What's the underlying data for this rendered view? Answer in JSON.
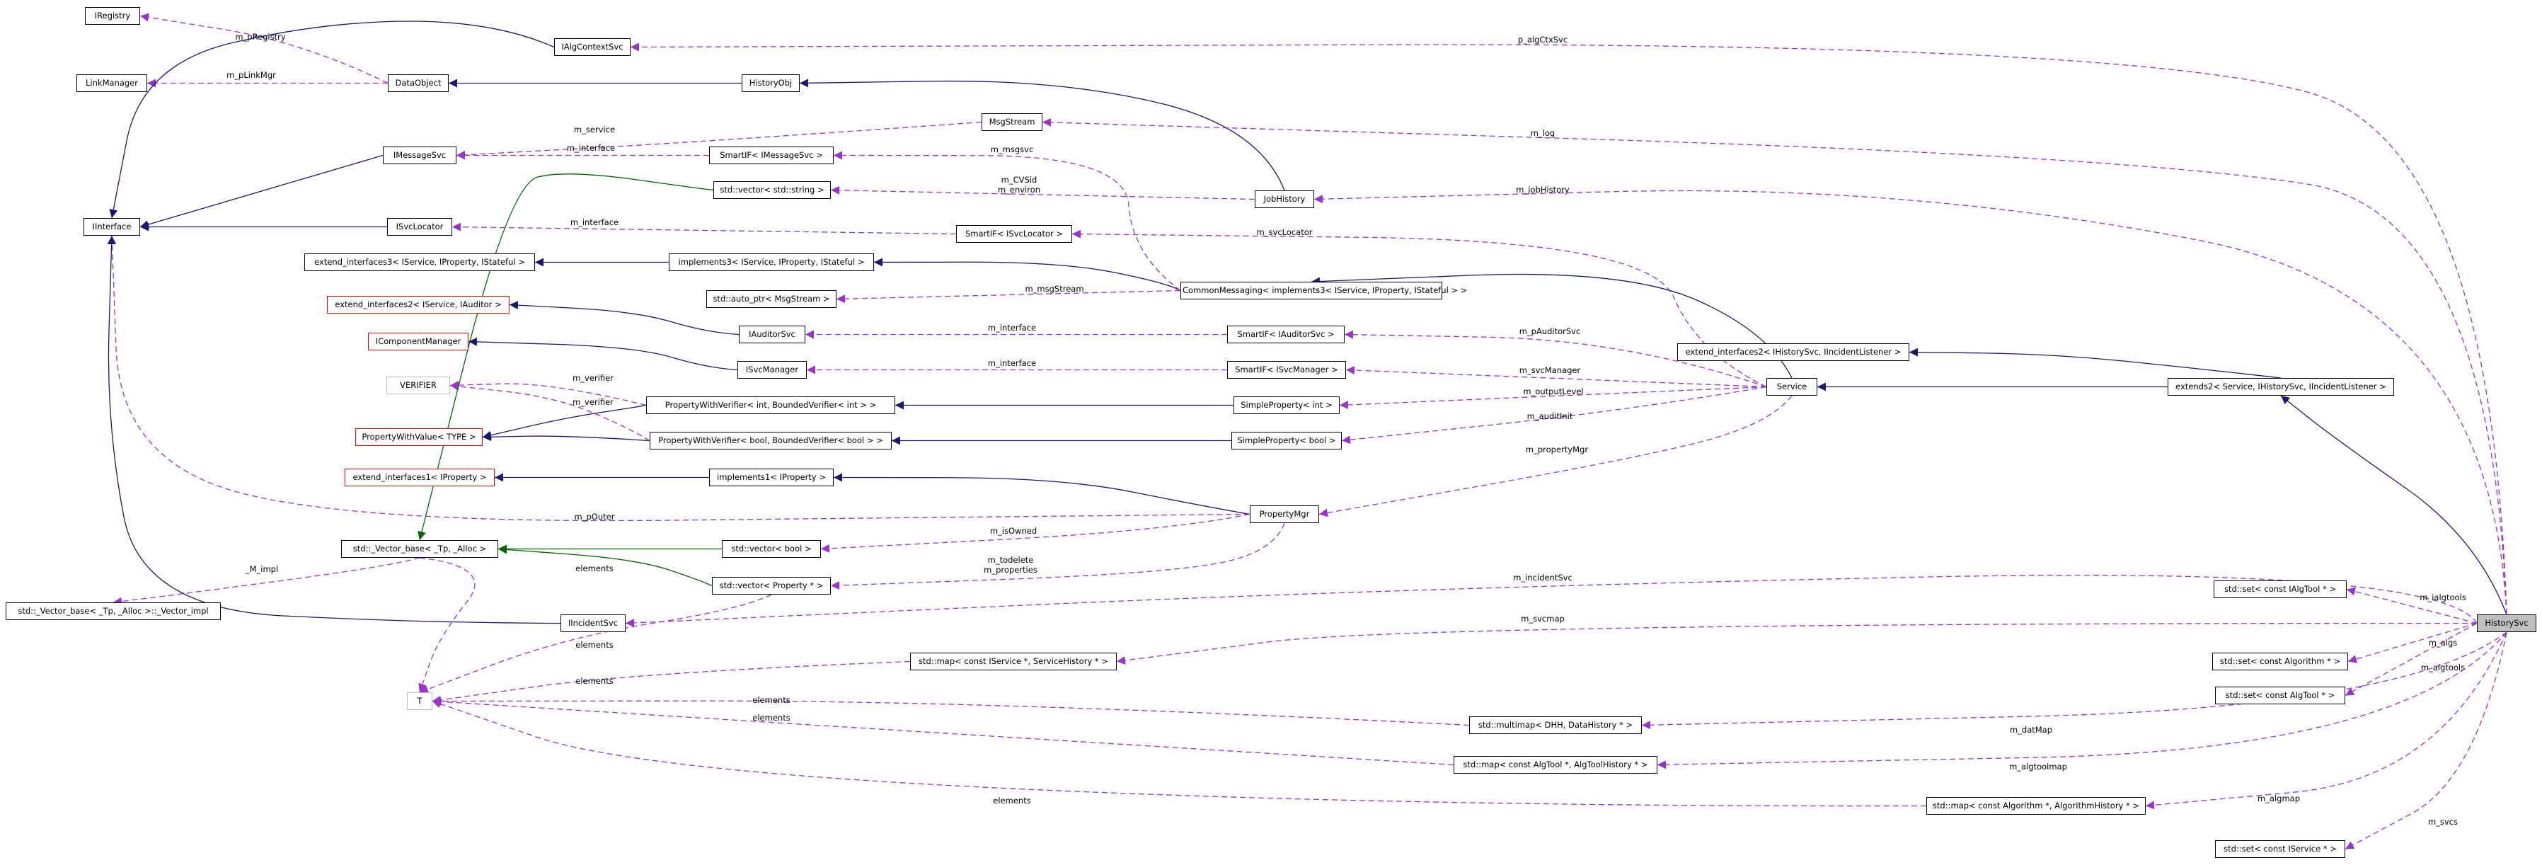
{
  "nodes": {
    "IRegistry": "IRegistry",
    "LinkManager": "LinkManager",
    "IInterface": "IInterface",
    "IAlgContextSvc": "IAlgContextSvc",
    "DataObject": "DataObject",
    "HistoryObj": "HistoryObj",
    "MsgStream": "MsgStream",
    "IMessageSvc": "IMessageSvc",
    "SmartIF_IMessageSvc": "SmartIF< IMessageSvc >",
    "vector_string": "std::vector< std::string >",
    "JobHistory": "JobHistory",
    "ISvcLocator": "ISvcLocator",
    "SmartIF_ISvcLocator": "SmartIF< ISvcLocator >",
    "extend_interfaces3": "extend_interfaces3< IService, IProperty, IStateful >",
    "implements3": "implements3< IService, IProperty, IStateful >",
    "auto_ptr_MsgStream": "std::auto_ptr< MsgStream >",
    "CommonMessaging": "CommonMessaging< implements3< IService, IProperty, IStateful > >",
    "extend_interfaces2_IService_IAuditor": "extend_interfaces2< IService, IAuditor >",
    "IAuditorSvc": "IAuditorSvc",
    "SmartIF_IAuditorSvc": "SmartIF< IAuditorSvc >",
    "extend_interfaces2_IHistorySvc": "extend_interfaces2< IHistorySvc, IIncidentListener >",
    "IComponentManager": "IComponentManager",
    "ISvcManager": "ISvcManager",
    "SmartIF_ISvcManager": "SmartIF< ISvcManager >",
    "Service": "Service",
    "extends2": "extends2< Service, IHistorySvc, IIncidentListener >",
    "VERIFIER": "VERIFIER",
    "PWV_int": "PropertyWithVerifier< int, BoundedVerifier< int > >",
    "SimpleProperty_int": "SimpleProperty< int >",
    "PropertyWithValue": "PropertyWithValue< TYPE >",
    "PWV_bool": "PropertyWithVerifier< bool, BoundedVerifier< bool > >",
    "SimpleProperty_bool": "SimpleProperty< bool >",
    "extend_interfaces1": "extend_interfaces1< IProperty >",
    "implements1": "implements1< IProperty >",
    "PropertyMgr": "PropertyMgr",
    "Vector_base": "std::_Vector_base< _Tp, _Alloc >",
    "vector_bool": "std::vector< bool >",
    "vector_Property": "std::vector< Property * >",
    "Vector_impl": "std::_Vector_base< _Tp, _Alloc >::_Vector_impl",
    "IIncidentSvc": "IIncidentSvc",
    "set_IAlgTool": "std::set< const IAlgTool * >",
    "HistorySvc": "HistorySvc",
    "map_IService": "std::map< const IService *, ServiceHistory * >",
    "set_Algorithm": "std::set< const Algorithm * >",
    "set_AlgTool": "std::set< const AlgTool * >",
    "T": "T",
    "multimap_DHH": "std::multimap< DHH, DataHistory * >",
    "map_AlgTool": "std::map< const AlgTool *, AlgToolHistory * >",
    "map_Algorithm": "std::map< const Algorithm *, AlgorithmHistory * >",
    "set_IService": "std::set< const IService * >"
  },
  "edges": [
    {
      "from": "LinkManager",
      "to": "DataObject",
      "label": "m_pLinkMgr",
      "kind": "use"
    },
    {
      "from": "IRegistry",
      "to": "DataObject",
      "label": "m_pRegistry",
      "kind": "use"
    },
    {
      "from": "IInterface",
      "to": "IAlgContextSvc",
      "label": "",
      "kind": "inherit"
    },
    {
      "from": "DataObject",
      "to": "HistoryObj",
      "label": "",
      "kind": "inherit"
    },
    {
      "from": "HistoryObj",
      "to": "JobHistory",
      "label": "",
      "kind": "inherit"
    },
    {
      "from": "IInterface",
      "to": "IMessageSvc",
      "label": "",
      "kind": "inherit"
    },
    {
      "from": "IMessageSvc",
      "to": "MsgStream",
      "label": "m_service",
      "kind": "use"
    },
    {
      "from": "IMessageSvc",
      "to": "SmartIF_IMessageSvc",
      "label": "m_interface",
      "kind": "use"
    },
    {
      "from": "vector_string",
      "to": "JobHistory",
      "label": "m_CVSid\nm_environ",
      "kind": "use"
    },
    {
      "from": "IInterface",
      "to": "ISvcLocator",
      "label": "",
      "kind": "inherit"
    },
    {
      "from": "ISvcLocator",
      "to": "SmartIF_ISvcLocator",
      "label": "m_interface",
      "kind": "use"
    },
    {
      "from": "extend_interfaces3",
      "to": "implements3",
      "label": "",
      "kind": "inherit"
    },
    {
      "from": "implements3",
      "to": "CommonMessaging",
      "label": "",
      "kind": "inherit"
    },
    {
      "from": "SmartIF_IMessageSvc",
      "to": "CommonMessaging",
      "label": "m_msgsvc",
      "kind": "use"
    },
    {
      "from": "auto_ptr_MsgStream",
      "to": "CommonMessaging",
      "label": "m_msgStream",
      "kind": "use"
    },
    {
      "from": "extend_interfaces2_IService_IAuditor",
      "to": "IAuditorSvc",
      "label": "",
      "kind": "inherit"
    },
    {
      "from": "IAuditorSvc",
      "to": "SmartIF_IAuditorSvc",
      "label": "m_interface",
      "kind": "use"
    },
    {
      "from": "IComponentManager",
      "to": "ISvcManager",
      "label": "",
      "kind": "inherit"
    },
    {
      "from": "ISvcManager",
      "to": "SmartIF_ISvcManager",
      "label": "m_interface",
      "kind": "use"
    },
    {
      "from": "CommonMessaging",
      "to": "Service",
      "label": "",
      "kind": "inherit"
    },
    {
      "from": "SmartIF_ISvcLocator",
      "to": "Service",
      "label": "m_svcLocator",
      "kind": "use"
    },
    {
      "from": "SmartIF_IAuditorSvc",
      "to": "Service",
      "label": "m_pAuditorSvc",
      "kind": "use"
    },
    {
      "from": "SmartIF_ISvcManager",
      "to": "Service",
      "label": "m_svcManager",
      "kind": "use"
    },
    {
      "from": "SimpleProperty_int",
      "to": "Service",
      "label": "m_outputLevel",
      "kind": "use"
    },
    {
      "from": "SimpleProperty_bool",
      "to": "Service",
      "label": "m_auditInit",
      "kind": "use"
    },
    {
      "from": "PropertyMgr",
      "to": "Service",
      "label": "m_propertyMgr",
      "kind": "use"
    },
    {
      "from": "Service",
      "to": "extends2",
      "label": "",
      "kind": "inherit"
    },
    {
      "from": "extend_interfaces2_IHistorySvc",
      "to": "extends2",
      "label": "",
      "kind": "inherit"
    },
    {
      "from": "PropertyWithValue",
      "to": "PWV_int",
      "label": "",
      "kind": "inherit"
    },
    {
      "from": "PropertyWithValue",
      "to": "PWV_bool",
      "label": "",
      "kind": "inherit"
    },
    {
      "from": "VERIFIER",
      "to": "PWV_int",
      "label": "m_verifier",
      "kind": "use"
    },
    {
      "from": "VERIFIER",
      "to": "PWV_bool",
      "label": "m_verifier",
      "kind": "use"
    },
    {
      "from": "PWV_int",
      "to": "SimpleProperty_int",
      "label": "",
      "kind": "inherit"
    },
    {
      "from": "PWV_bool",
      "to": "SimpleProperty_bool",
      "label": "",
      "kind": "inherit"
    },
    {
      "from": "extend_interfaces1",
      "to": "implements1",
      "label": "",
      "kind": "inherit"
    },
    {
      "from": "implements1",
      "to": "PropertyMgr",
      "label": "",
      "kind": "inherit"
    },
    {
      "from": "IInterface",
      "to": "PropertyMgr",
      "label": "m_pOuter",
      "kind": "use"
    },
    {
      "from": "vector_bool",
      "to": "PropertyMgr",
      "label": "m_isOwned",
      "kind": "use"
    },
    {
      "from": "vector_Property",
      "to": "PropertyMgr",
      "label": "m_todelete\nm_properties",
      "kind": "use"
    },
    {
      "from": "Vector_base",
      "to": "vector_string",
      "label": "",
      "kind": "template"
    },
    {
      "from": "Vector_base",
      "to": "vector_bool",
      "label": "",
      "kind": "template"
    },
    {
      "from": "Vector_base",
      "to": "vector_Property",
      "label": "",
      "kind": "template"
    },
    {
      "from": "Vector_impl",
      "to": "Vector_base",
      "label": "_M_impl",
      "kind": "use"
    },
    {
      "from": "IInterface",
      "to": "IIncidentSvc",
      "label": "",
      "kind": "inherit"
    },
    {
      "from": "T",
      "to": "Vector_base",
      "label": "elements",
      "kind": "use"
    },
    {
      "from": "T",
      "to": "vector_Property",
      "label": "elements",
      "kind": "use"
    },
    {
      "from": "T",
      "to": "map_IService",
      "label": "elements",
      "kind": "use"
    },
    {
      "from": "T",
      "to": "multimap_DHH",
      "label": "elements",
      "kind": "use"
    },
    {
      "from": "T",
      "to": "map_AlgTool",
      "label": "elements",
      "kind": "use"
    },
    {
      "from": "T",
      "to": "map_Algorithm",
      "label": "elements",
      "kind": "use"
    },
    {
      "from": "extends2",
      "to": "HistorySvc",
      "label": "",
      "kind": "inherit"
    },
    {
      "from": "IAlgContextSvc",
      "to": "HistorySvc",
      "label": "p_algCtxSvc",
      "kind": "use"
    },
    {
      "from": "MsgStream",
      "to": "HistorySvc",
      "label": "m_log",
      "kind": "use"
    },
    {
      "from": "JobHistory",
      "to": "HistorySvc",
      "label": "m_jobHistory",
      "kind": "use"
    },
    {
      "from": "IIncidentSvc",
      "to": "HistorySvc",
      "label": "m_incidentSvc",
      "kind": "use"
    },
    {
      "from": "set_IAlgTool",
      "to": "HistorySvc",
      "label": "m_ialgtools",
      "kind": "use"
    },
    {
      "from": "map_IService",
      "to": "HistorySvc",
      "label": "m_svcmap",
      "kind": "use"
    },
    {
      "from": "set_Algorithm",
      "to": "HistorySvc",
      "label": "m_algs",
      "kind": "use"
    },
    {
      "from": "set_AlgTool",
      "to": "HistorySvc",
      "label": "m_algtools",
      "kind": "use"
    },
    {
      "from": "multimap_DHH",
      "to": "HistorySvc",
      "label": "m_datMap",
      "kind": "use"
    },
    {
      "from": "map_AlgTool",
      "to": "HistorySvc",
      "label": "m_algtoolmap",
      "kind": "use"
    },
    {
      "from": "map_Algorithm",
      "to": "HistorySvc",
      "label": "m_algmap",
      "kind": "use"
    },
    {
      "from": "set_IService",
      "to": "HistorySvc",
      "label": "m_svcs",
      "kind": "use"
    }
  ],
  "colors": {
    "inherit_edge": "#191970",
    "use_edge": "#9a32cd",
    "template_edge": "#006400",
    "node_border": "#000000",
    "red_node_border": "#ff0000",
    "grey_node_border": "#bfbfbf",
    "focus_node_fill": "#bfbfbf"
  }
}
